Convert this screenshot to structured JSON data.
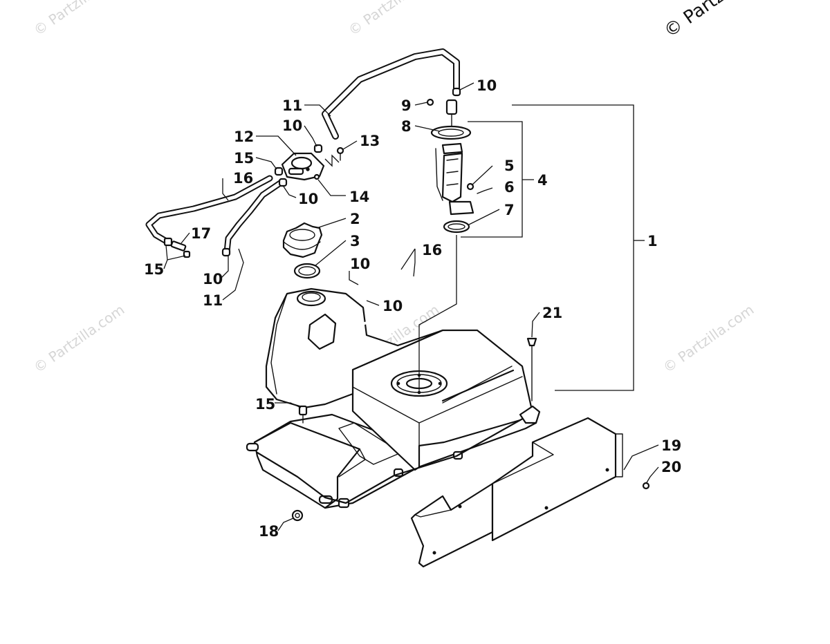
{
  "watermark": {
    "text": "© Partzilla.com",
    "corner_text": "© Partzi"
  },
  "callouts": {
    "c1": "1",
    "c2": "2",
    "c3": "3",
    "c4": "4",
    "c5": "5",
    "c6": "6",
    "c7": "7",
    "c8": "8",
    "c9": "9",
    "c10": "10",
    "c11": "11",
    "c12": "12",
    "c13": "13",
    "c14": "14",
    "c15": "15",
    "c16": "16",
    "c17": "17",
    "c18": "18",
    "c19": "19",
    "c20": "20",
    "c21": "21"
  }
}
